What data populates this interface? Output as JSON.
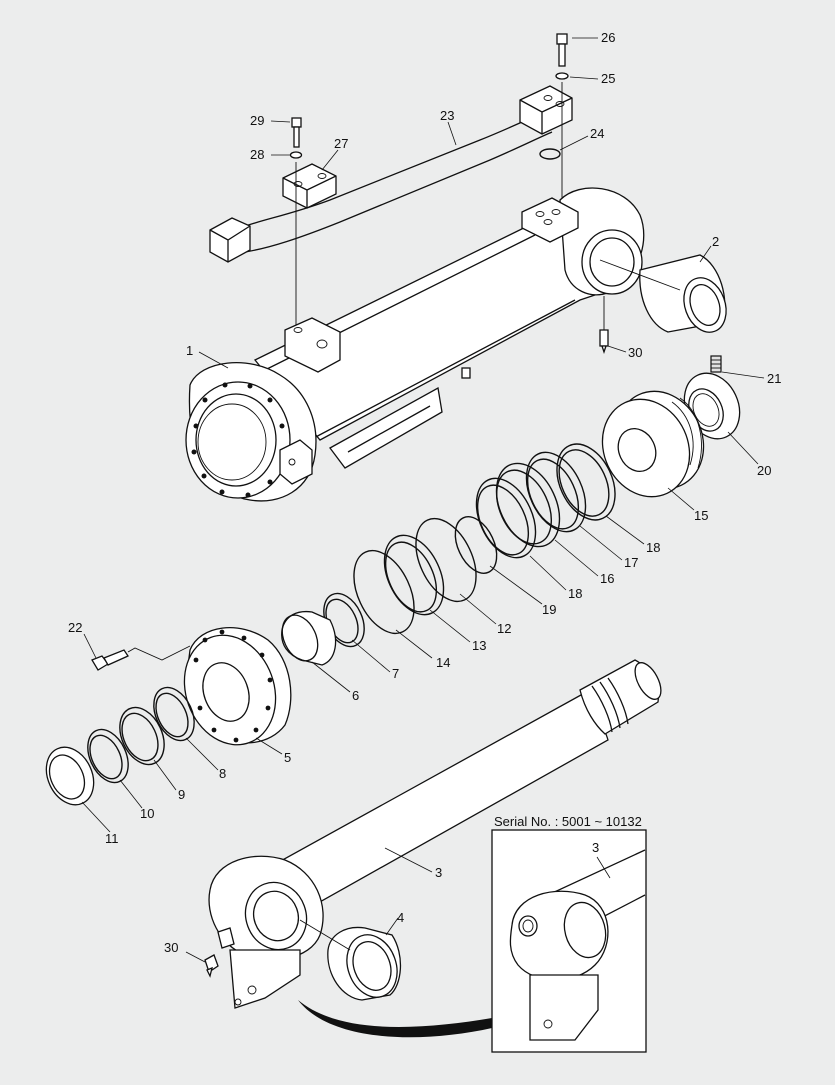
{
  "inset": {
    "caption": "Serial No. : 5001 ~ 10132",
    "part_label": "3"
  },
  "callouts": [
    {
      "id": "c26",
      "label": "26"
    },
    {
      "id": "c25",
      "label": "25"
    },
    {
      "id": "c23",
      "label": "23"
    },
    {
      "id": "c24",
      "label": "24"
    },
    {
      "id": "c29",
      "label": "29"
    },
    {
      "id": "c28",
      "label": "28"
    },
    {
      "id": "c27",
      "label": "27"
    },
    {
      "id": "c2",
      "label": "2"
    },
    {
      "id": "c1",
      "label": "1"
    },
    {
      "id": "c30a",
      "label": "30"
    },
    {
      "id": "c21",
      "label": "21"
    },
    {
      "id": "c20",
      "label": "20"
    },
    {
      "id": "c15",
      "label": "15"
    },
    {
      "id": "c18a",
      "label": "18"
    },
    {
      "id": "c17",
      "label": "17"
    },
    {
      "id": "c16",
      "label": "16"
    },
    {
      "id": "c18b",
      "label": "18"
    },
    {
      "id": "c19",
      "label": "19"
    },
    {
      "id": "c12",
      "label": "12"
    },
    {
      "id": "c13",
      "label": "13"
    },
    {
      "id": "c14",
      "label": "14"
    },
    {
      "id": "c7",
      "label": "7"
    },
    {
      "id": "c6",
      "label": "6"
    },
    {
      "id": "c22",
      "label": "22"
    },
    {
      "id": "c5",
      "label": "5"
    },
    {
      "id": "c8",
      "label": "8"
    },
    {
      "id": "c9",
      "label": "9"
    },
    {
      "id": "c10",
      "label": "10"
    },
    {
      "id": "c11",
      "label": "11"
    },
    {
      "id": "c3",
      "label": "3"
    },
    {
      "id": "c4",
      "label": "4"
    },
    {
      "id": "c30b",
      "label": "30"
    }
  ]
}
